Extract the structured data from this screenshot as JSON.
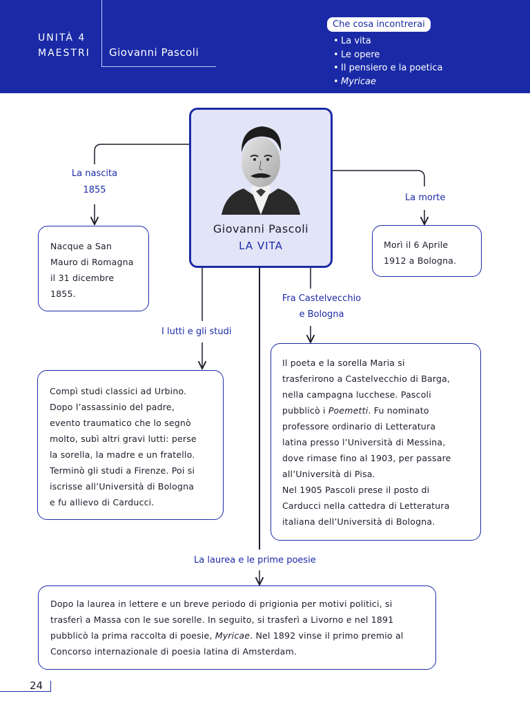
{
  "header": {
    "unit": "UNITÀ 4",
    "section": "MAESTRI",
    "author": "Giovanni Pascoli",
    "contents_title": "Che cosa incontrerai",
    "contents": [
      "La vita",
      "Le opere",
      "Il pensiero e la poetica",
      "Myricae"
    ]
  },
  "center": {
    "name": "Giovanni Pascoli",
    "subtitle": "LA VITA"
  },
  "nascita": {
    "label_line1": "La nascita",
    "label_line2": "1855",
    "text": [
      "Nacque a San",
      "Mauro di Romagna",
      "il 31 dicembre",
      "1855."
    ]
  },
  "morte": {
    "label": "La morte",
    "text": [
      "Morì il 6 Aprile",
      "1912 a Bologna."
    ]
  },
  "lutti": {
    "label": "I lutti e gli studi",
    "text": [
      "Compì studi classici ad Urbino.",
      "Dopo l’assassinio del padre,",
      "evento traumatico che lo segnò",
      "molto, subì altri gravi lutti: perse",
      "la sorella, la madre e un fratello.",
      "Terminò gli studi a Firenze. Poi si",
      "iscrisse all’Università di Bologna",
      "e fu allievo di Carducci."
    ]
  },
  "castelvecchio": {
    "label_line1": "Fra Castelvecchio",
    "label_line2": "e Bologna",
    "text": [
      "Il poeta e la sorella Maria si",
      "trasferirono a Castelvecchio di Barga,",
      "nella campagna lucchese. Pascoli",
      "pubblicò i ",
      "Poemetti",
      ". Fu nominato",
      "professore ordinario di Letteratura",
      "latina presso l’Università di Messina,",
      "dove rimase fino al 1903, per passare",
      "all’Università di Pisa.",
      "Nel 1905 Pascoli prese il posto di",
      "Carducci nella cattedra di Letteratura",
      "italiana dell’Università di Bologna."
    ]
  },
  "laurea": {
    "label": "La laurea e le prime poesie",
    "text": [
      "Dopo la laurea in lettere e un breve periodo di prigionia per motivi politici, si",
      "trasferì a Massa con le sue sorelle. In seguito, si trasferì a Livorno e nel 1891",
      "pubblicò la prima raccolta di poesie, ",
      "Myricae",
      ". Nel 1892 vinse il primo premio al",
      "Concorso internazionale di poesia latina di Amsterdam."
    ]
  },
  "footer": {
    "page": "24"
  },
  "colors": {
    "accent": "#1a2aa6",
    "center_fill": "#e2e4f7"
  }
}
